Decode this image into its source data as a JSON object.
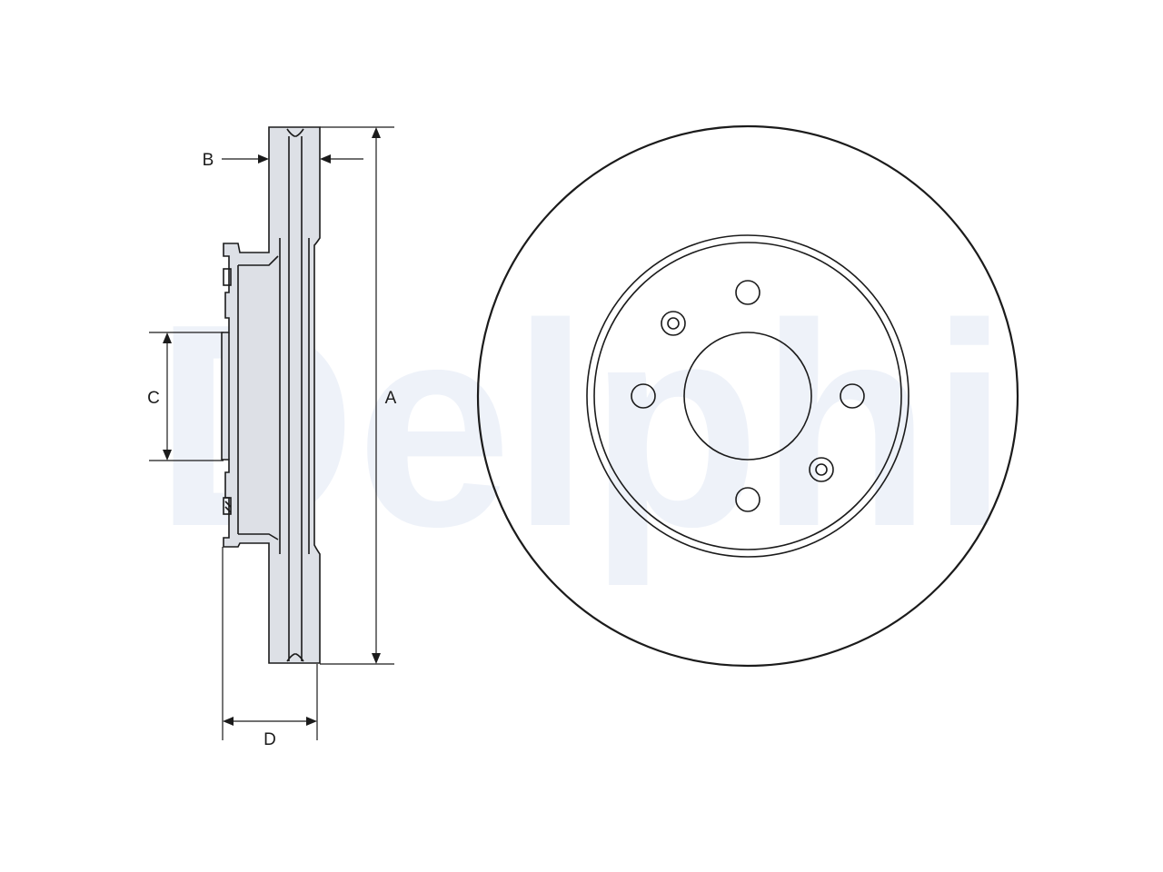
{
  "watermark": {
    "text": "Delphi",
    "color": "#eef2f9"
  },
  "labels": {
    "a": "A",
    "b": "B",
    "c": "C",
    "d": "D"
  },
  "colors": {
    "line": "#1b1b1b",
    "part_fill": "#dde0e6",
    "paper": "#ffffff"
  }
}
